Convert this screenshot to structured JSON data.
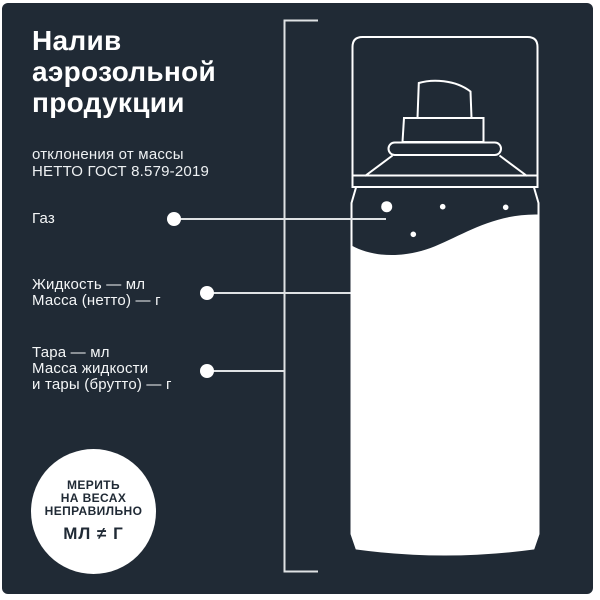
{
  "header": {
    "title_lines": [
      "Налив",
      "аэрозольной",
      "продукции"
    ],
    "subtitle_lines": [
      "отклонения от массы",
      "НЕТТО ГОСТ 8.579-2019"
    ]
  },
  "callouts": [
    {
      "name": "gas",
      "lines": [
        "Газ"
      ]
    },
    {
      "name": "liquid",
      "lines": [
        "Жидкость — мл",
        "Масса (нетто) — г"
      ]
    },
    {
      "name": "tare",
      "lines": [
        "Тара — мл",
        "Масса жидкости",
        "и тары (брутто) — г"
      ]
    }
  ],
  "badge": {
    "lines": [
      "МЕРИТЬ",
      "НА ВЕСАХ",
      "НЕПРАВИЛЬНО"
    ],
    "formula": "МЛ ≠ Г"
  },
  "illustration": {
    "name": "aerosol-spray-can-diagram",
    "gas_bubbles_count": 4
  },
  "colors": {
    "card_background": "#202A35",
    "text": "#FFFFFF",
    "leader_line": "#DFE2E4",
    "can_outline": "#FFFFFF",
    "liquid_fill": "#FFFFFF",
    "badge_background": "#FFFFFF",
    "badge_text": "#202A35"
  }
}
